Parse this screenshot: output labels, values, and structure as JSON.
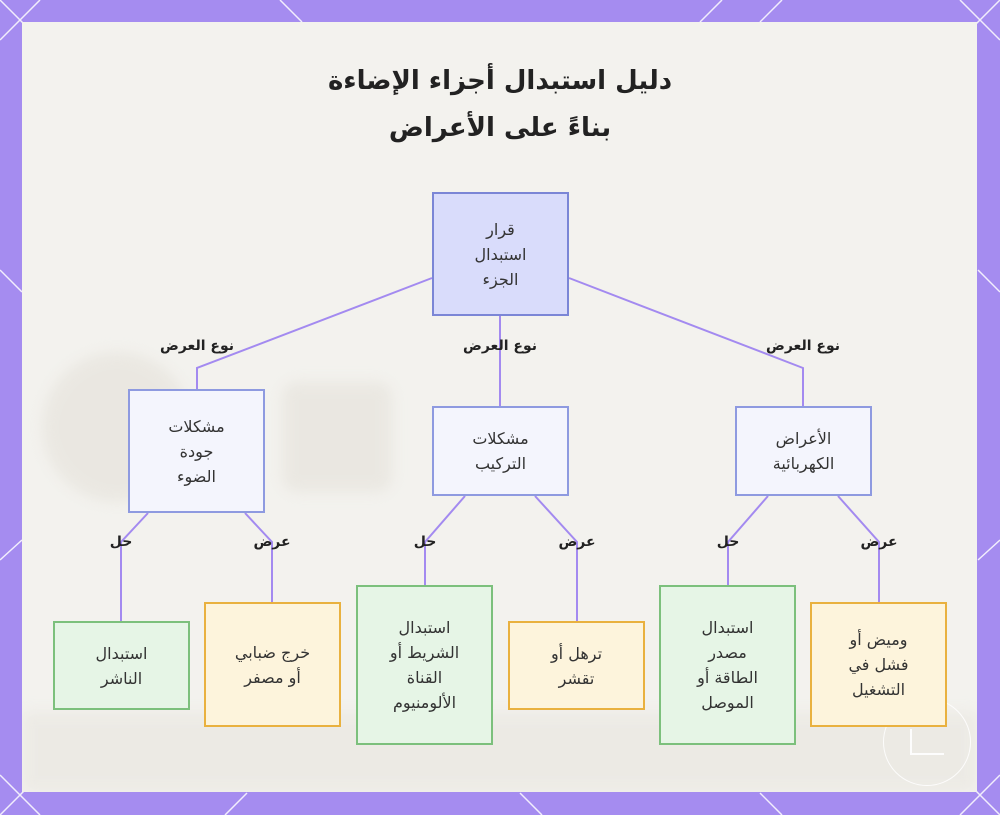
{
  "title_lines": [
    "دليل استبدال أجزاء الإضاءة",
    "بناءً على الأعراض"
  ],
  "nodes": [
    {
      "id": "root",
      "kind": "root",
      "text": "قرار\nاستبدال\nالجزء"
    },
    {
      "id": "light",
      "kind": "category",
      "text": "مشكلات\nجودة\nالضوء"
    },
    {
      "id": "install",
      "kind": "category",
      "text": "مشكلات\nالتركيب"
    },
    {
      "id": "electric",
      "kind": "category",
      "text": "الأعراض\nالكهربائية"
    },
    {
      "id": "s1",
      "kind": "solution",
      "text": "استبدال\nالناشر"
    },
    {
      "id": "y1",
      "kind": "symptom",
      "text": "خرج ضبابي\nأو مصفر"
    },
    {
      "id": "s2",
      "kind": "solution",
      "text": "استبدال\nالشريط أو\nالقناة\nالألومنيوم"
    },
    {
      "id": "y2",
      "kind": "symptom",
      "text": "ترهل أو\nتقشر"
    },
    {
      "id": "s3",
      "kind": "solution",
      "text": "استبدال\nمصدر\nالطاقة أو\nالموصل"
    },
    {
      "id": "y3",
      "kind": "symptom",
      "text": "وميض أو\nفشل في\nالتشغيل"
    }
  ],
  "edges": [
    {
      "from": "root",
      "to": "light",
      "label": "نوع العرض"
    },
    {
      "from": "root",
      "to": "install",
      "label": "نوع العرض"
    },
    {
      "from": "root",
      "to": "electric",
      "label": "نوع العرض"
    },
    {
      "from": "light",
      "to": "s1",
      "label": "حل"
    },
    {
      "from": "light",
      "to": "y1",
      "label": "عرض"
    },
    {
      "from": "install",
      "to": "s2",
      "label": "حل"
    },
    {
      "from": "install",
      "to": "y2",
      "label": "عرض"
    },
    {
      "from": "electric",
      "to": "s3",
      "label": "حل"
    },
    {
      "from": "electric",
      "to": "y3",
      "label": "عرض"
    }
  ],
  "colors": {
    "frame": "#a58cf0",
    "edge": "#a38af0",
    "root_fill": "#d9dcfb",
    "category_fill": "#f4f5fd",
    "symptom_fill": "#fdf4dc",
    "symptom_border": "#e9b13f",
    "solution_fill": "#e6f5e6",
    "solution_border": "#7cc07c"
  }
}
